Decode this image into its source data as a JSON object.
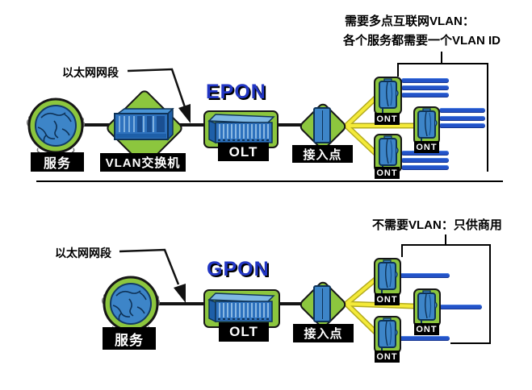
{
  "colors": {
    "diagram_green": "#8CC63E",
    "device_blue": "#2E72BE",
    "subscriber_line_blue": "#2353C8",
    "pon_fiber_yellow": "#F4EA39",
    "pon_title_blue": "#2236C4",
    "label_bg": "#000000",
    "label_text": "#FFFFFF"
  },
  "epon": {
    "title": "EPON",
    "annotation": {
      "line1": "需要多点互联网VLAN：",
      "line2": "各个服务都需要一个VLAN ID"
    },
    "ethernet_segment_label": "以太网网段",
    "service_label": "服务",
    "vlan_switch_label": "VLAN交换机",
    "olt_label": "OLT",
    "access_point_label": "接入点",
    "ont_labels": [
      "ONT",
      "ONT",
      "ONT"
    ],
    "subscriber_lines_per_ont": 3
  },
  "gpon": {
    "title": "GPON",
    "annotation": {
      "line1": "不需要VLAN：只供商用"
    },
    "ethernet_segment_label": "以太网网段",
    "service_label": "服务",
    "olt_label": "OLT",
    "access_point_label": "接入点",
    "ont_labels": [
      "ONT",
      "ONT",
      "ONT"
    ],
    "subscriber_lines_per_ont": 1
  }
}
